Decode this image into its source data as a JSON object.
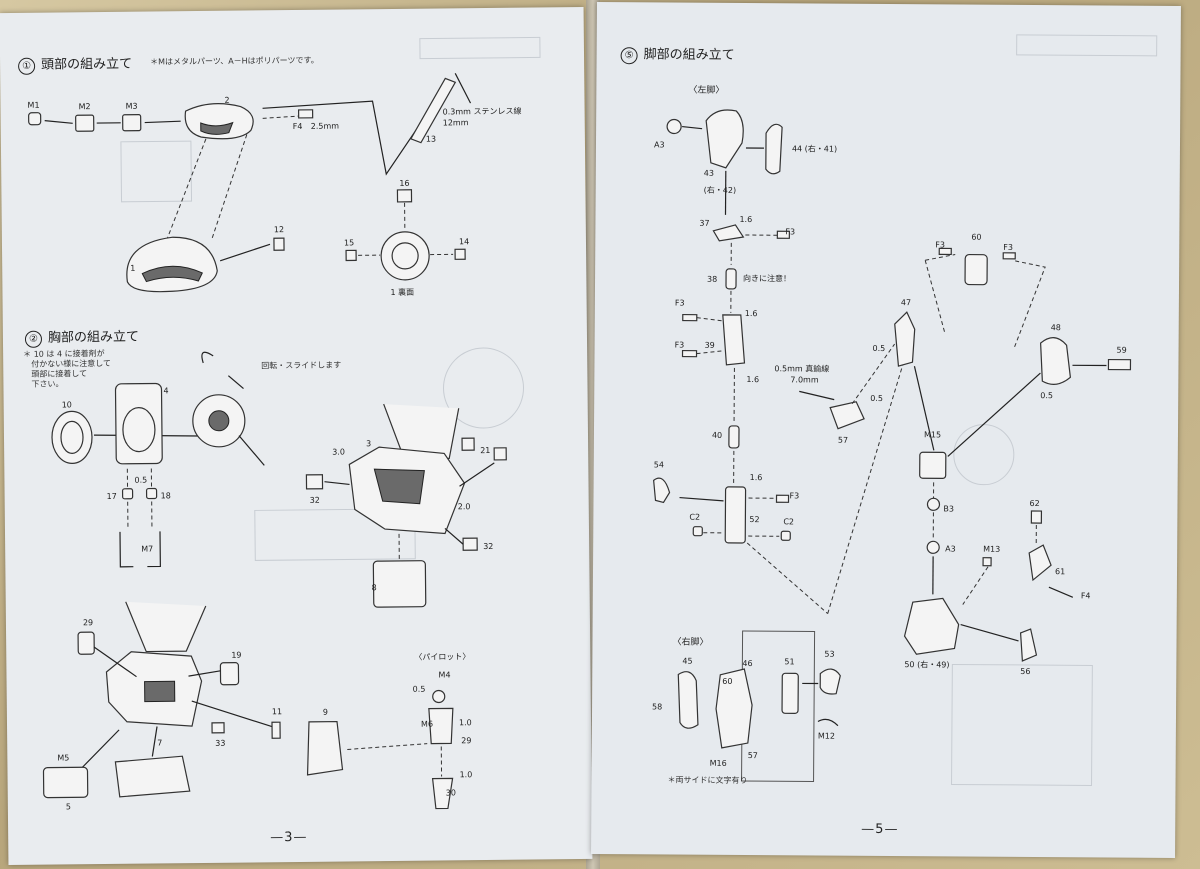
{
  "left_page": {
    "section1": {
      "num": "①",
      "title": "頭部の組み立て",
      "note": "＊Mはメタルパーツ、A－Hはポリパーツです。"
    },
    "section2": {
      "num": "②",
      "title": "胸部の組み立て",
      "note_lines": [
        "＊ 10 は 4 に接着剤が",
        "付かない様に注意して",
        "頭部に接着して",
        "下さい。"
      ],
      "rotate_note": "回転・スライドします"
    },
    "labels": {
      "m1": "M1",
      "m2": "M2",
      "m3": "M3",
      "p2": "2",
      "f4": "F4",
      "f4_len": "2.5mm",
      "wire": "0.3mm ステンレス線",
      "wire_len": "12mm",
      "p13": "13",
      "p12": "12",
      "p1": "1",
      "p16": "16",
      "p15": "15",
      "p14": "14",
      "back": "1 裏面",
      "p4": "4",
      "p10": "10",
      "p17": "17",
      "p18": "18",
      "v05": "0.5",
      "m7": "M7",
      "p3": "3",
      "v30": "3.0",
      "p21": "21",
      "p32a": "32",
      "p20": "2.0",
      "p32b": "32",
      "p8": "8",
      "p29": "29",
      "p19": "19",
      "p33": "33",
      "p7": "7",
      "m5": "M5",
      "p5": "5",
      "p11": "11",
      "p9": "9",
      "pilot": "〈パイロット〉",
      "m4": "M4",
      "v05b": "0.5",
      "m6": "M6",
      "v10a": "1.0",
      "p29b": "29",
      "v10b": "1.0",
      "p30": "30"
    },
    "page_number": "—3—"
  },
  "right_page": {
    "section5": {
      "num": "⑤",
      "title": "脚部の組み立て"
    },
    "left_leg": "〈左脚〉",
    "right_leg": "〈右脚〉",
    "labels": {
      "a3": "A3",
      "p43": "43",
      "p43r": "(右・42)",
      "p44": "44 (右・41)",
      "p37": "37",
      "v16a": "1.6",
      "f3a": "F3",
      "p38": "38",
      "caution": "向きに注意！",
      "f3b": "F3",
      "v16b": "1.6",
      "f3c": "F3",
      "p39": "39",
      "v16c": "1.6",
      "wire": "0.5mm 真鍮線",
      "wire_len": "7.0mm",
      "p57": "57",
      "v05": "0.5",
      "p40": "40",
      "p54": "54",
      "v16d": "1.6",
      "f3d": "F3",
      "c2a": "C2",
      "p52": "52",
      "c2b": "C2",
      "f3e": "F3",
      "p60": "60",
      "f3f": "F3",
      "p47": "47",
      "v05b": "0.5",
      "p48": "48",
      "p59": "59",
      "v05c": "0.5",
      "m15": "M15",
      "b3": "B3",
      "a3b": "A3",
      "m13": "M13",
      "p62": "62",
      "p61": "61",
      "f4": "F4",
      "p50": "50 (右・49)",
      "p56": "56",
      "p45": "45",
      "p46": "46",
      "p51": "51",
      "p53": "53",
      "p58": "58",
      "p60b": "60",
      "p57b": "57",
      "m16": "M16",
      "m12": "M12",
      "side_note": "＊両サイドに文字有り"
    },
    "page_number": "—5—"
  }
}
